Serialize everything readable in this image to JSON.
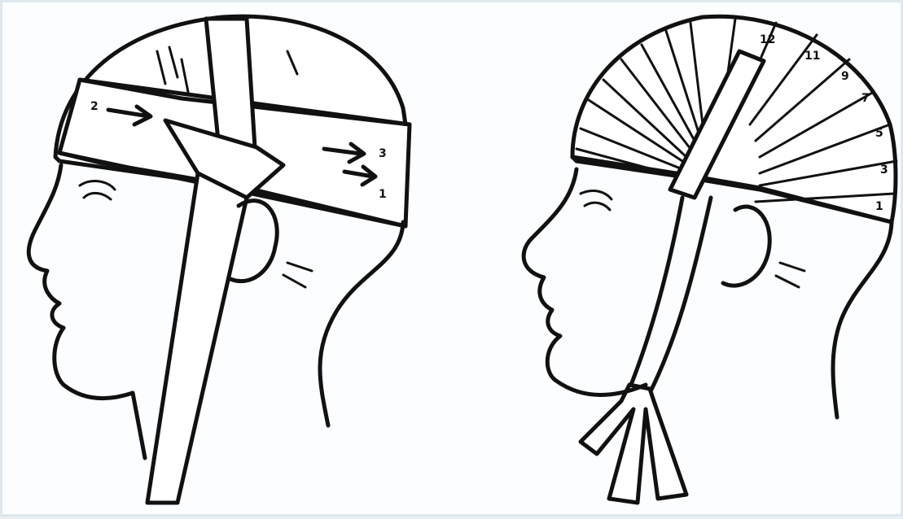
{
  "figure": {
    "panels": [
      {
        "id": "left-head",
        "label": "",
        "bandNumbers": [
          "2",
          "3",
          "1"
        ]
      },
      {
        "id": "right-head",
        "label": "",
        "bandNumbers": [
          "12",
          "11",
          "9",
          "7",
          "5",
          "3",
          "1"
        ]
      }
    ]
  }
}
